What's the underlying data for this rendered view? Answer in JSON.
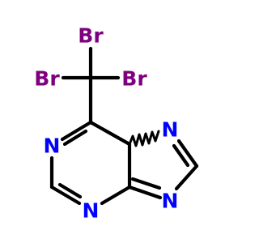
{
  "diagram": {
    "kind": "chemical-structure",
    "colors": {
      "bond": "#000000",
      "nitrogen": "#0000ff",
      "bromine": "#7f007f"
    },
    "atoms": [
      {
        "id": "br_top",
        "label": "Br",
        "element": "Br"
      },
      {
        "id": "br_left",
        "label": "Br",
        "element": "Br"
      },
      {
        "id": "br_right",
        "label": "Br",
        "element": "Br"
      },
      {
        "id": "n1",
        "label": "N",
        "element": "N"
      },
      {
        "id": "n3",
        "label": "N",
        "element": "N"
      },
      {
        "id": "n7",
        "label": "N",
        "element": "N"
      },
      {
        "id": "n9",
        "label": "N",
        "element": "N"
      }
    ]
  }
}
